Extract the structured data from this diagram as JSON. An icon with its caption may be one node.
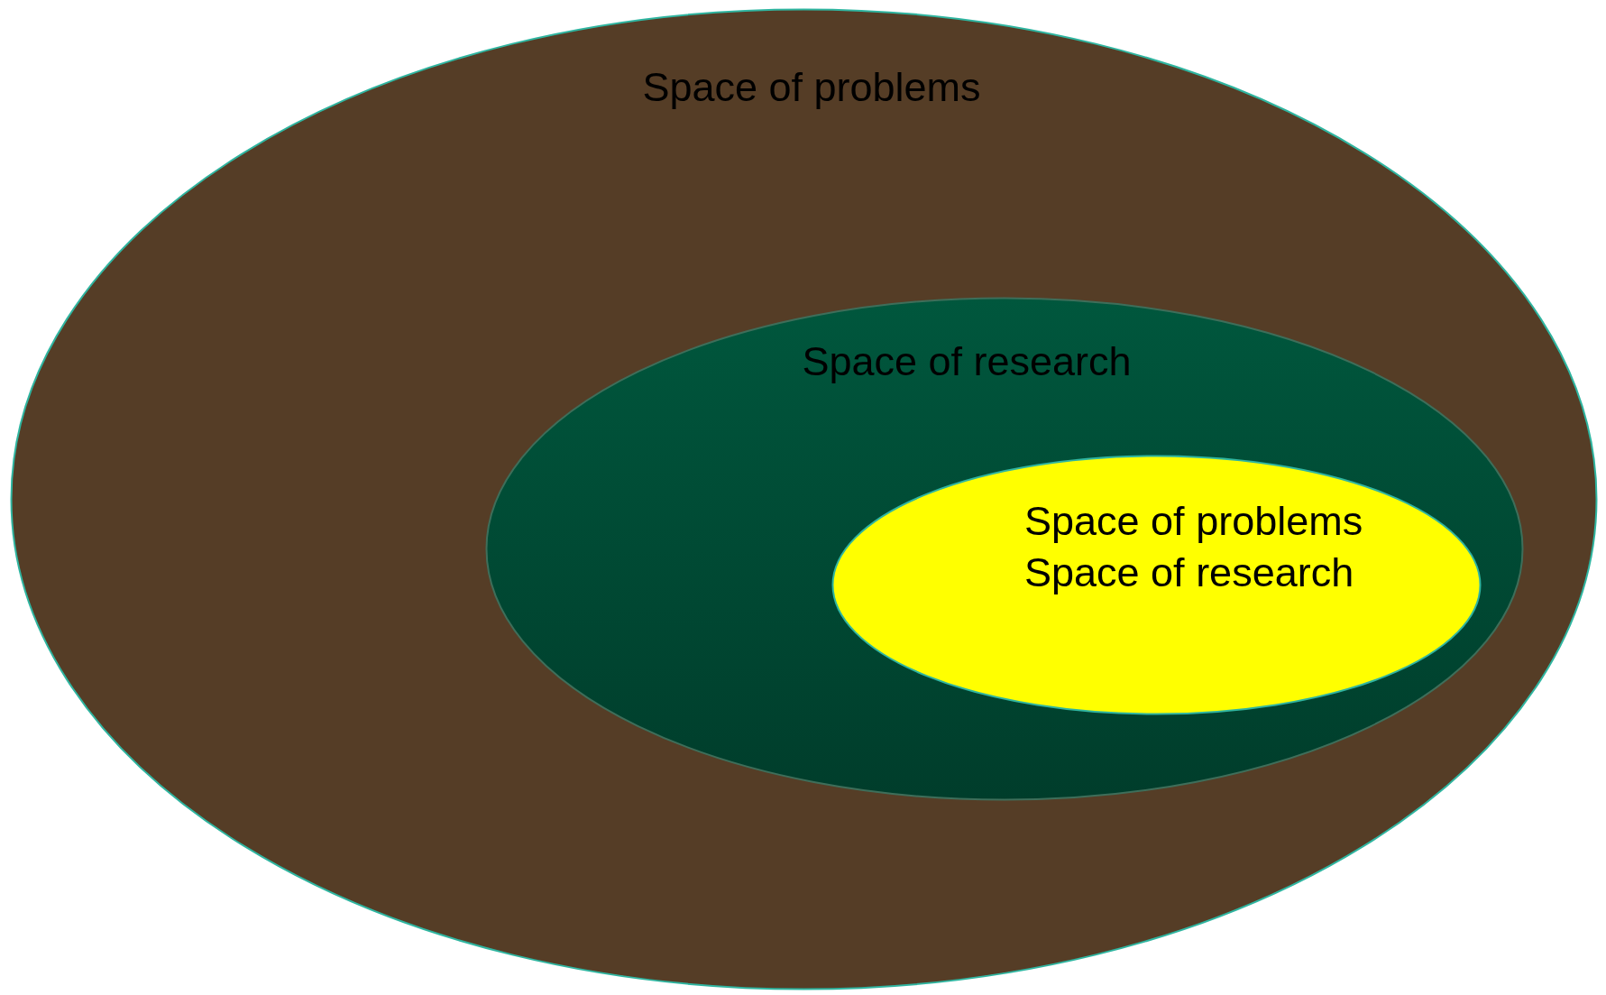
{
  "diagram": {
    "nodes": [
      {
        "text": [
          "Space of problems"
        ]
      },
      {
        "text": [
          "Space of research"
        ],
        "in": 0
      },
      {
        "text": [
          "Space of problems",
          "Space of research"
        ],
        "in": 1
      }
    ]
  }
}
